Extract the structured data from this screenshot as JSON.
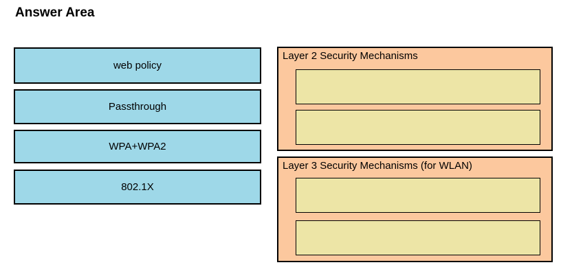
{
  "title": "Answer Area",
  "colors": {
    "option_fill": "#9ED8E8",
    "category_fill": "#FCC89E",
    "slot_fill": "#EDE5A6",
    "border": "#000000",
    "background": "#FFFFFF"
  },
  "options": [
    {
      "label": "web policy"
    },
    {
      "label": "Passthrough"
    },
    {
      "label": "WPA+WPA2"
    },
    {
      "label": "802.1X"
    }
  ],
  "categories": [
    {
      "title": "Layer 2 Security Mechanisms",
      "slots": [
        "",
        ""
      ]
    },
    {
      "title": "Layer 3 Security Mechanisms (for WLAN)",
      "slots": [
        "",
        ""
      ]
    }
  ]
}
